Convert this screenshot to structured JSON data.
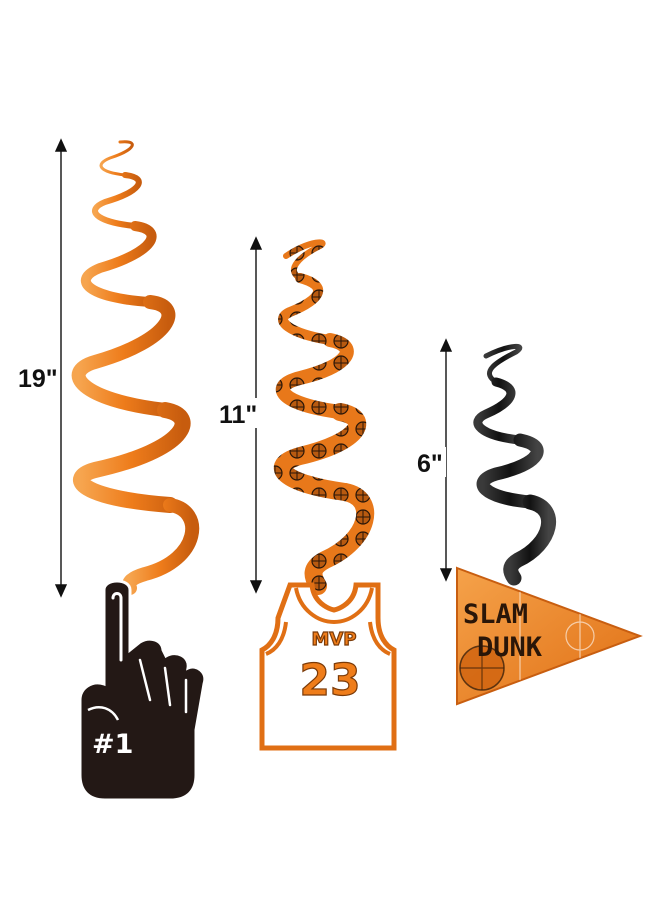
{
  "measurements": {
    "large": "19\"",
    "medium": "11\"",
    "small": "6\""
  },
  "items": {
    "foam_finger": {
      "text": "#1"
    },
    "jersey": {
      "line1": "MVP",
      "line2": "23"
    },
    "pennant": {
      "line1": "SLAM",
      "line2": "DUNK"
    }
  },
  "colors": {
    "orange": "#ef7d1a",
    "dark_orange": "#b8550c",
    "black": "#1a1a1a",
    "finger": "#231815"
  }
}
